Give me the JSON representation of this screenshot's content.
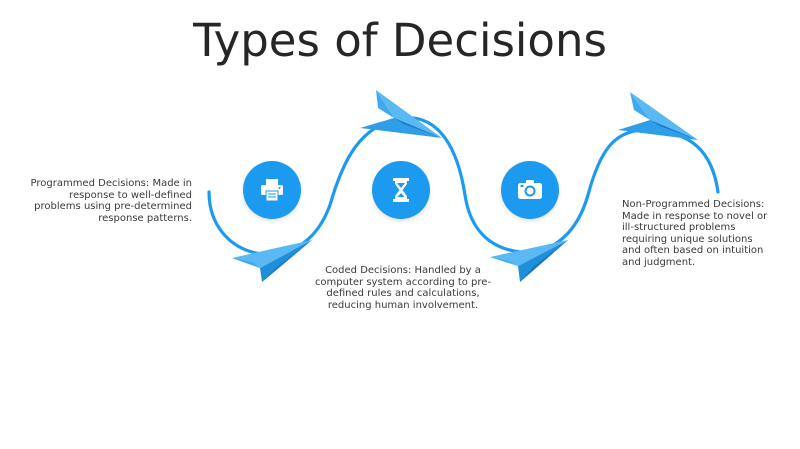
{
  "slide": {
    "title": "Types of Decisions"
  },
  "colors": {
    "accent": "#1b9af0",
    "accent_dark": "#0f7fd1",
    "plane_light": "#5ab8f3",
    "plane_mid": "#2f9ee8",
    "plane_dark": "#1677c7",
    "icon": "#ffffff"
  },
  "steps": [
    {
      "icon": "printer-icon",
      "text": "Programmed Decisions: Made in response to well-defined problems using pre-determined response patterns."
    },
    {
      "icon": "hourglass-icon",
      "text": "Coded Decisions: Handled by a computer system according to pre-defined rules and calculations, reducing human involvement."
    },
    {
      "icon": "camera-icon",
      "text": "Non-Programmed Decisions: Made in response to novel or ill-structured problems requiring unique solutions and often based on intuition and judgment."
    }
  ]
}
